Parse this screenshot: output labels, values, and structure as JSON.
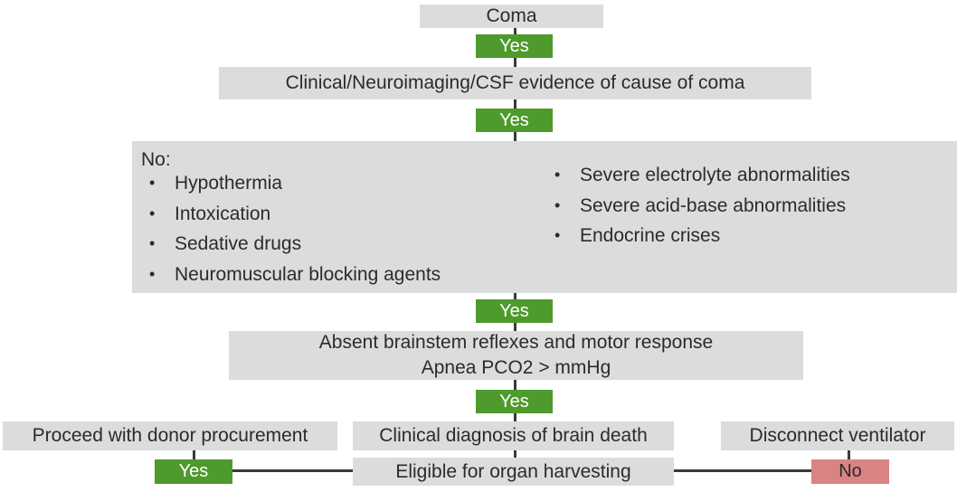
{
  "flow": {
    "coma": "Coma",
    "yes_1": "Yes",
    "evidence": "Clinical/Neuroimaging/CSF evidence of cause of coma",
    "yes_2": "Yes",
    "exclusions": {
      "lead": "No:",
      "left_items": [
        "Hypothermia",
        "Intoxication",
        "Sedative drugs",
        "Neuromuscular blocking agents"
      ],
      "right_items": [
        "Severe electrolyte abnormalities",
        "Severe acid-base abnormalities",
        "Endocrine crises"
      ]
    },
    "yes_3": "Yes",
    "reflexes_line1": "Absent brainstem reflexes and motor response",
    "reflexes_line2": "Apnea PCO2 > mmHg",
    "yes_4": "Yes",
    "diagnosis": "Clinical diagnosis of brain death",
    "eligible": "Eligible for organ harvesting",
    "yes_left": "Yes",
    "no_right": "No",
    "procurement": "Proceed with donor procurement",
    "disconnect": "Disconnect ventilator"
  },
  "colors": {
    "box": "#dcdcdc",
    "yes": "#4e9a2c",
    "no": "#d98383",
    "line": "#3a3a3a"
  }
}
